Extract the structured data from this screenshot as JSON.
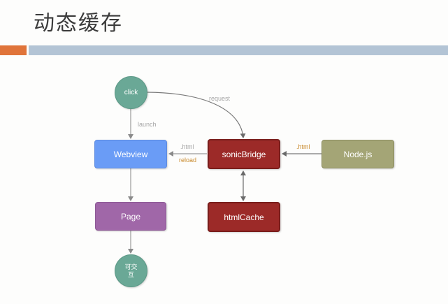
{
  "header": {
    "title": "动态缓存"
  },
  "diagram": {
    "nodes": {
      "click": "click",
      "webview": "Webview",
      "page": "Page",
      "interact_line1": "可交",
      "interact_line2": "互",
      "sonicbridge": "sonicBridge",
      "htmlcache": "htmlCache",
      "nodejs": "Node.js"
    },
    "edges": {
      "request": "request",
      "launch": "launch",
      "html_to_webview": ".html",
      "reload": "reload",
      "html_from_nodejs": ".html"
    }
  },
  "colors": {
    "accent_orange": "#e0743a",
    "header_bar": "#b3c4d5",
    "circle": "#6aa896",
    "webview": "#6a9cf6",
    "page": "#a067a8",
    "sonicbridge": "#9c2a28",
    "htmlcache": "#9c2a28",
    "nodejs": "#a4a576"
  }
}
